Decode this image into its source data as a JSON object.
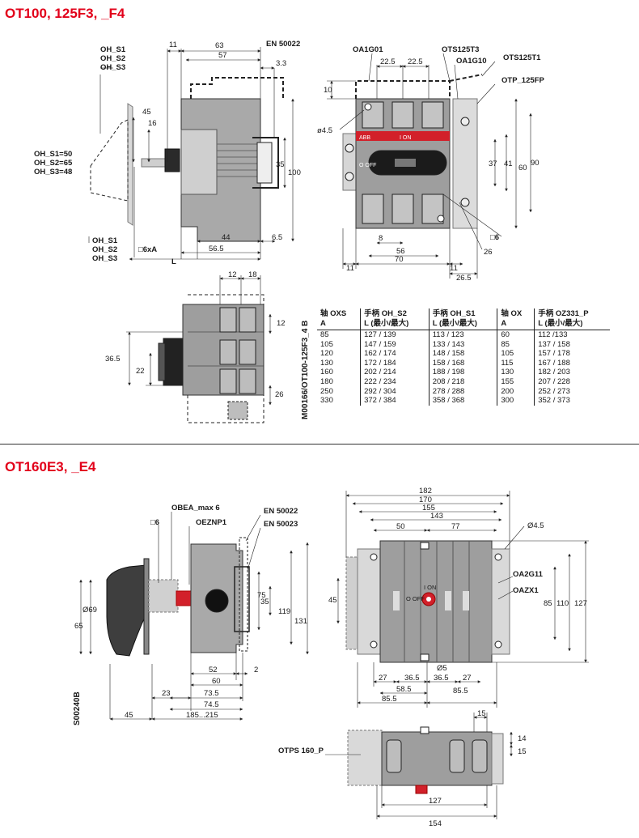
{
  "sections": [
    {
      "title": "OT100, 125F3, _F4"
    },
    {
      "title": "OT160E3, _E4"
    }
  ],
  "drawing1": {
    "labels": {
      "oh_s1": "OH_S1",
      "oh_s2": "OH_S2",
      "oh_s3": "OH_S3",
      "oh_s1_val": "OH_S1=50",
      "oh_s2_val": "OH_S2=65",
      "oh_s3_val": "OH_S3=48",
      "en": "EN 50022",
      "sq6xa": "□6xA",
      "L": "L",
      "sq6": "□6",
      "oa1g01": "OA1G01",
      "ots125t3": "OTS125T3",
      "oa1g10": "OA1G10",
      "ots125t1": "OTS125T1",
      "otp125fp": "OTP_125FP",
      "d45": "ø4.5",
      "on": "I ON",
      "off": "O OFF",
      "brand": "ABB"
    },
    "dims": {
      "d11": "11",
      "d63": "63",
      "d57": "57",
      "d3_3": "3.3",
      "d45": "45",
      "d16": "16",
      "d35": "35",
      "d100": "100",
      "d44": "44",
      "d6_5": "6.5",
      "d56_5": "56.5",
      "d22_5a": "22.5",
      "d22_5b": "22.5",
      "d10": "10",
      "d37": "37",
      "d41": "41",
      "d60": "60",
      "d90": "90",
      "d8": "8",
      "d56": "56",
      "d26": "26",
      "d70": "70",
      "d11b": "11",
      "d11c": "11",
      "d26_5": "26.5"
    }
  },
  "drawing2": {
    "dims": {
      "d12": "12",
      "d18": "18",
      "d12b": "12",
      "d36_5": "36.5",
      "d22": "22",
      "d26": "26"
    }
  },
  "code1": "M00166/OT100-125F3_4  B",
  "table": {
    "headers": [
      {
        "l1": "轴 OXS",
        "l2": "A"
      },
      {
        "l1": "手柄 OH_S2",
        "l2": "L (最小/最大)"
      },
      {
        "l1": "手柄 OH_S1",
        "l2": "L (最小/最大)"
      },
      {
        "l1": "轴 OX",
        "l2": "A"
      },
      {
        "l1": "手柄 OZ331_P",
        "l2": "L (最小/最大)"
      }
    ],
    "rows": [
      [
        "85",
        "127 / 139",
        "113 / 123",
        "60",
        "112 /133"
      ],
      [
        "105",
        "147 / 159",
        "133 / 143",
        "85",
        "137 / 158"
      ],
      [
        "120",
        "162 / 174",
        "148 / 158",
        "105",
        "157 / 178"
      ],
      [
        "130",
        "172 / 184",
        "158 / 168",
        "115",
        "167 / 188"
      ],
      [
        "160",
        "202 / 214",
        "188 / 198",
        "130",
        "182 / 203"
      ],
      [
        "180",
        "222 / 234",
        "208 / 218",
        "155",
        "207 / 228"
      ],
      [
        "250",
        "292 / 304",
        "278 / 288",
        "200",
        "252 / 273"
      ],
      [
        "330",
        "372 / 384",
        "358 / 368",
        "300",
        "352 / 373"
      ]
    ]
  },
  "drawing3": {
    "labels": {
      "obea": "OBEA_max 6",
      "sq6": "□6",
      "oeznp1": "OEZNP1",
      "en22": "EN 50022",
      "en23": "EN 50023",
      "d69": "Ø69",
      "code": "S00240B"
    },
    "dims": {
      "d75": "75",
      "d35": "35",
      "d119": "119",
      "d131": "131",
      "d65": "65",
      "d52": "52",
      "d2": "2",
      "d60": "60",
      "d23": "23",
      "d73_5": "73.5",
      "d74_5": "74.5",
      "d45": "45",
      "d185": "185...215"
    }
  },
  "drawing4": {
    "labels": {
      "d45": "Ø4.5",
      "oa2g11": "OA2G11",
      "oazx1": "OAZX1",
      "on": "I ON",
      "off": "O OFF",
      "d5": "Ø5"
    },
    "dims": {
      "d182": "182",
      "d170": "170",
      "d155": "155",
      "d143": "143",
      "d50": "50",
      "d77": "77",
      "d45": "45",
      "d85": "85",
      "d110": "110",
      "d127": "127",
      "d27a": "27",
      "d36_5a": "36.5",
      "d36_5b": "36.5",
      "d27b": "27",
      "d58_5": "58.5",
      "d85_5a": "85.5",
      "d85_5b": "85.5"
    }
  },
  "drawing5": {
    "labels": {
      "otps": "OTPS 160_P"
    },
    "dims": {
      "d15a": "15",
      "d14": "14",
      "d15b": "15",
      "d127": "127",
      "d154": "154"
    }
  }
}
